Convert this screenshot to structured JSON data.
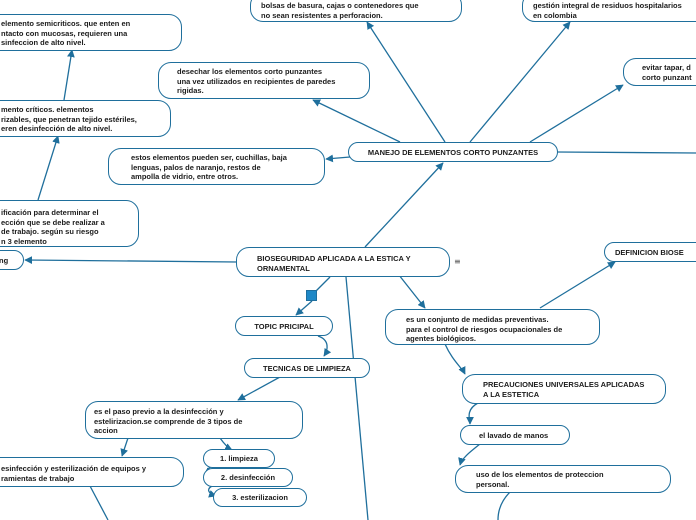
{
  "nodes": {
    "bolsas": "bolsas de basura, cajas o contenedores que\nno sean resistentes a perforacion.",
    "gestion": "gestión integral de residuos hospitalarios\nen colombia",
    "semicriticos": "elemento semicriticos. que enten en\nntacto con mucosas, requieren una\nsinfeccion de alto nivel.",
    "desechar": "desechar los elementos corto punzantes\nuna vez utilizados en recipientes de paredes\nrigidas.",
    "evitar": "evitar tapar, d\ncorto punzant",
    "criticos": "mento críticos. elementos\nrizables, que penetran tejido estériles,\neren desinfección de alto nivel.",
    "manejo": "MANEJO DE ELEMENTOS CORTO PUNZANTES",
    "estos": "estos elementos pueden ser, cuchillas, baja\nlenguas, palos de naranjo, restos de\nampolla de vidrio, entre otros.",
    "clasificacion": "ificación para determinar el\nección que se debe realizar a\nde trabajo. según su riesgo\nn 3 elemento",
    "ng": "ng",
    "central": "BIOSEGURIDAD APLICADA A LA ESTICA Y\nORNAMENTAL",
    "definicion": "DEFINICION BIOSE",
    "topic": "TOPIC PRICIPAL",
    "medidas": "es un conjunto de medidas preventivas.\npara el control de riesgos ocupacionales de\nagentes biológicos.",
    "tecnicas": "TECNICAS DE LIMPIEZA",
    "precauciones": "PRECAUCIONES UNIVERSALES APLICADAS\nA LA ESTETICA",
    "paso": "es el paso previo a la desinfección y\nestelirizacion.se comprende de 3 tipos de\naccion",
    "lavado": "el lavado de manos",
    "limpieza": "1. limpieza",
    "desinfeccion_eq": "esinfección y esterilización de equipos y\nramientas de trabajo",
    "desinfeccion": "2. desinfección",
    "uso": "uso de los elementos de proteccion\npersonal.",
    "esterilizacion": "3. esterilizacion"
  },
  "icons": {
    "menu": "≡",
    "collapse": "collapse-icon"
  },
  "colors": {
    "line": "#1f6f9c",
    "node_border": "#1f6f9c",
    "accent": "#1e88c7"
  }
}
